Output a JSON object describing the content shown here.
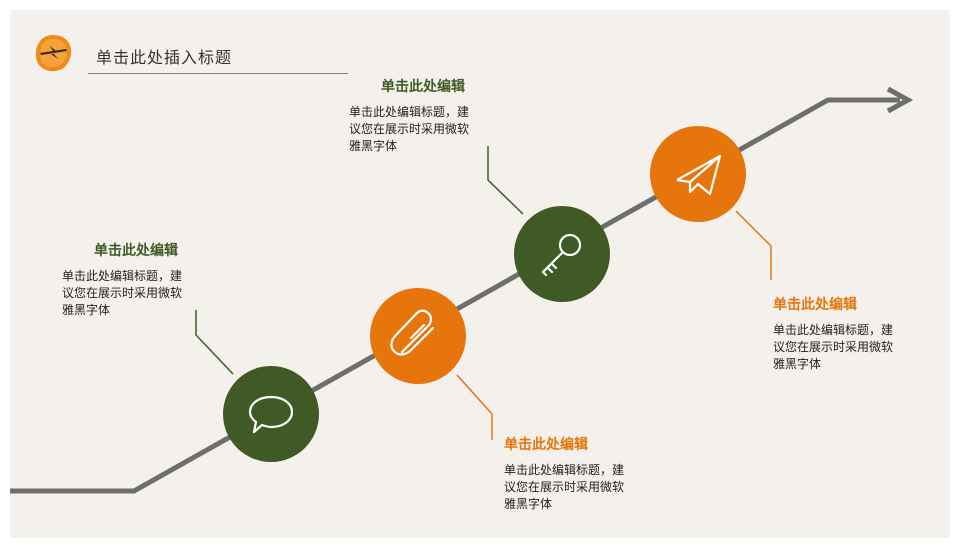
{
  "header": {
    "title": "单击此处插入标题",
    "logo_icon": "airplane-orange-blob-icon"
  },
  "colors": {
    "background": "#f4f1ed",
    "green": "#3f5a25",
    "orange": "#e6750b",
    "line": "#6e6e6e"
  },
  "steps": [
    {
      "icon": "speech-bubble-icon",
      "color": "green",
      "heading": "单击此处编辑",
      "body": [
        "单击此处编辑标题，建",
        "议您在展示时采用微软",
        "雅黑字体"
      ]
    },
    {
      "icon": "paperclip-icon",
      "color": "orange",
      "heading": "单击此处编辑",
      "body": [
        "单击此处编辑标题，建",
        "议您在展示时采用微软",
        "雅黑字体"
      ]
    },
    {
      "icon": "key-icon",
      "color": "green",
      "heading": "单击此处编辑",
      "body": [
        "单击此处编辑标题，建",
        "议您在展示时采用微软",
        "雅黑字体"
      ]
    },
    {
      "icon": "paper-plane-icon",
      "color": "orange",
      "heading": "单击此处编辑",
      "body": [
        "单击此处编辑标题，建",
        "议您在展示时采用微软",
        "雅黑字体"
      ]
    }
  ]
}
